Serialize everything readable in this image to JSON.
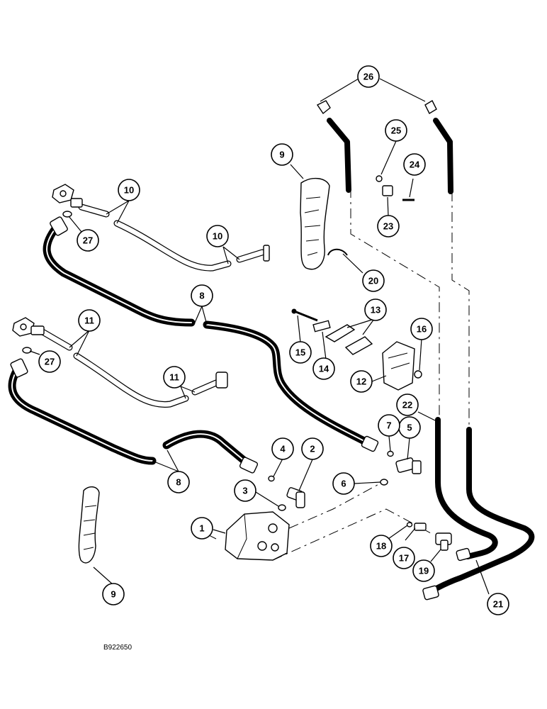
{
  "figure_code": "B922650",
  "callouts": [
    {
      "id": "c1",
      "label": "1"
    },
    {
      "id": "c2",
      "label": "2"
    },
    {
      "id": "c3",
      "label": "3"
    },
    {
      "id": "c4",
      "label": "4"
    },
    {
      "id": "c5",
      "label": "5"
    },
    {
      "id": "c6",
      "label": "6"
    },
    {
      "id": "c7",
      "label": "7"
    },
    {
      "id": "c8a",
      "label": "8"
    },
    {
      "id": "c8b",
      "label": "8"
    },
    {
      "id": "c9a",
      "label": "9"
    },
    {
      "id": "c9b",
      "label": "9"
    },
    {
      "id": "c10a",
      "label": "10"
    },
    {
      "id": "c10b",
      "label": "10"
    },
    {
      "id": "c11a",
      "label": "11"
    },
    {
      "id": "c11b",
      "label": "11"
    },
    {
      "id": "c12",
      "label": "12"
    },
    {
      "id": "c13",
      "label": "13"
    },
    {
      "id": "c14",
      "label": "14"
    },
    {
      "id": "c15",
      "label": "15"
    },
    {
      "id": "c16",
      "label": "16"
    },
    {
      "id": "c17",
      "label": "17"
    },
    {
      "id": "c18",
      "label": "18"
    },
    {
      "id": "c19",
      "label": "19"
    },
    {
      "id": "c20",
      "label": "20"
    },
    {
      "id": "c21",
      "label": "21"
    },
    {
      "id": "c22",
      "label": "22"
    },
    {
      "id": "c23",
      "label": "23"
    },
    {
      "id": "c24",
      "label": "24"
    },
    {
      "id": "c25",
      "label": "25"
    },
    {
      "id": "c26",
      "label": "26"
    },
    {
      "id": "c27a",
      "label": "27"
    },
    {
      "id": "c27b",
      "label": "27"
    }
  ]
}
